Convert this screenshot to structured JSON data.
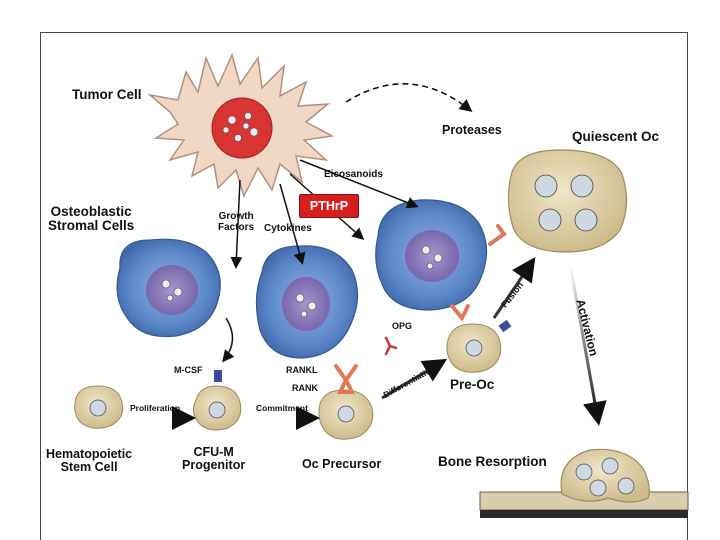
{
  "labels": {
    "tumor_cell": "Tumor Cell",
    "proteases": "Proteases",
    "quiescent_oc": "Quiescent Oc",
    "eicosanoids": "Eicosanoids",
    "osteoblastic_stromal_cells": [
      "Osteoblastic",
      "Stromal Cells"
    ],
    "growth_factors": [
      "Growth",
      "Factors"
    ],
    "cytokines": "Cytokines",
    "pthrp": "PTHrP",
    "opg": "OPG",
    "fusion": "Fusion",
    "activation": "Activation",
    "m_csf": "M-CSF",
    "rankl": "RANKL",
    "rank": "RANK",
    "differentiation": "Differentiation",
    "pre_oc": "Pre-Oc",
    "proliferation": "Proliferation",
    "commitment": "Commitment",
    "hematopoietic_stem_cell": [
      "Hematopoietic",
      "Stem Cell"
    ],
    "cfu_m_progenitor": [
      "CFU-M",
      "Progenitor"
    ],
    "oc_precursor": "Oc Precursor",
    "bone_resorption": "Bone Resorption"
  },
  "colors": {
    "tumor_body": "#f1d7c6",
    "tumor_nucleus": "#d93434",
    "stromal_body": "#5b86c8",
    "stromal_nucleus": "#8b78b8",
    "tan_cell": "#e3d6b1",
    "pthrp_box": "#d81f1f",
    "receptor": "#e07858",
    "bone": "#d9cdb0"
  }
}
